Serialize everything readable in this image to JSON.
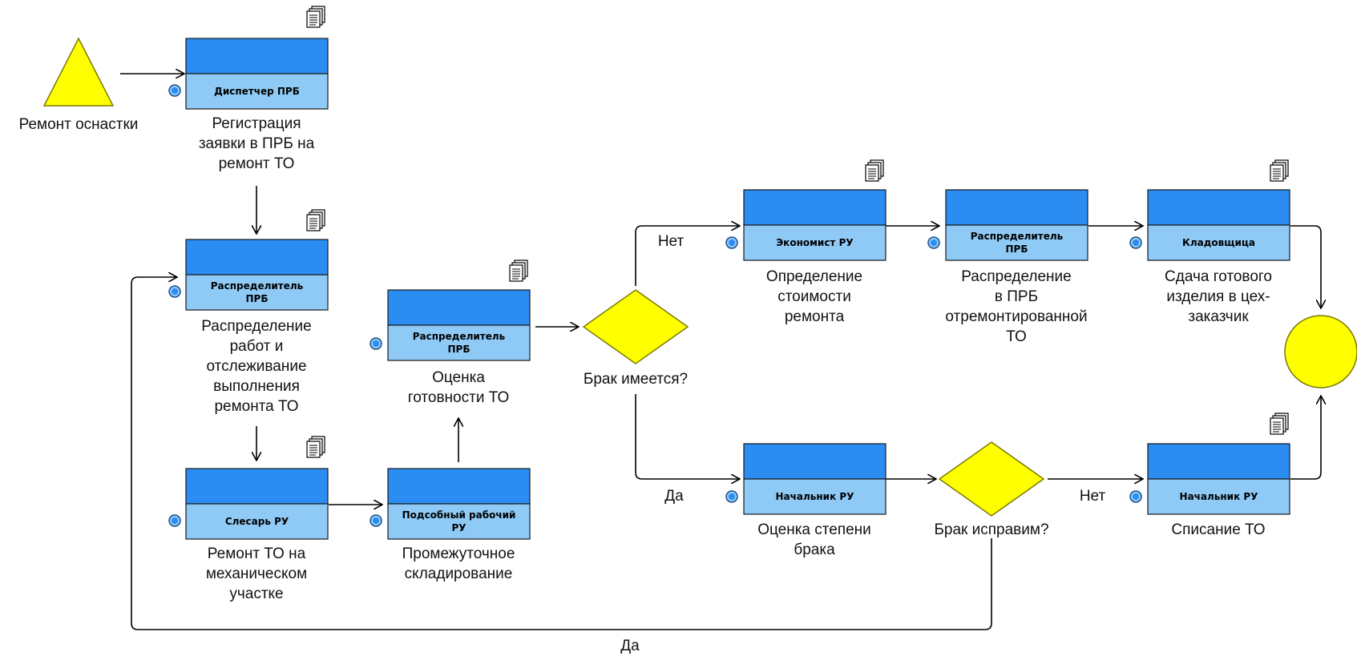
{
  "start_event": {
    "label": "Ремонт оснастки"
  },
  "tasks": [
    {
      "id": "t1",
      "role": "Диспетчер ПРБ",
      "name": "Регистрация\nзаявки в ПРБ на\nремонт ТО"
    },
    {
      "id": "t2",
      "role": "Распределитель\nПРБ",
      "name": "Распределение\nработ и\nотслеживание\nвыполнения\nремонта ТО"
    },
    {
      "id": "t3",
      "role": "Слесарь РУ",
      "name": "Ремонт ТО на\nмеханическом\nучастке"
    },
    {
      "id": "t4",
      "role": "Подсобный рабочий\nРУ",
      "name": "Промежуточное\nскладирование"
    },
    {
      "id": "t5",
      "role": "Распределитель\nПРБ",
      "name": "Оценка\nготовности ТО"
    },
    {
      "id": "t6",
      "role": "Экономист РУ",
      "name": "Определение\nстоимости\nремонта"
    },
    {
      "id": "t7",
      "role": "Распределитель\nПРБ",
      "name": "Распределение\nв ПРБ\nотремонтированной\nТО"
    },
    {
      "id": "t8",
      "role": "Кладовщица",
      "name": "Сдача готового\nизделия в цех-\nзаказчик"
    },
    {
      "id": "t9",
      "role": "Начальник РУ",
      "name": "Оценка степени\nбрака"
    },
    {
      "id": "t10",
      "role": "Начальник РУ",
      "name": "Списание ТО"
    }
  ],
  "gateways": [
    {
      "id": "g1",
      "label": "Брак имеется?"
    },
    {
      "id": "g2",
      "label": "Брак исправим?"
    }
  ],
  "flow_labels": {
    "g1_no": "Нет",
    "g1_yes": "Да",
    "g2_no": "Нет",
    "g2_yes": "Да"
  },
  "role_marker": "R",
  "colors": {
    "task_top": "#2b8df2",
    "task_bottom": "#8fcaf6",
    "task_border": "#1a1a1a",
    "event_fill": "#ffff00",
    "event_stroke": "#7a7a00",
    "gateway_fill": "#ffff00",
    "line": "#000000"
  }
}
